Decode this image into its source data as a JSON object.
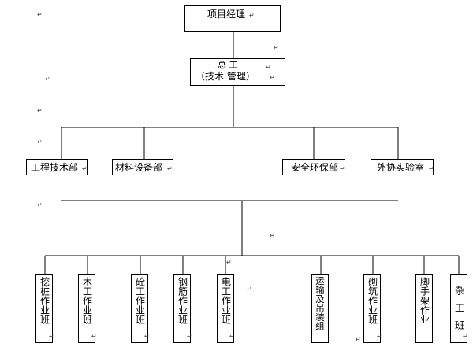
{
  "top": {
    "label": "项目经理"
  },
  "chief": {
    "line1": "总    工",
    "line2": "（技术    管理）"
  },
  "departments": [
    {
      "label": "工程技术部"
    },
    {
      "label": "材料设备部"
    },
    {
      "label": "安全环保部"
    },
    {
      "label": "外协实验室"
    }
  ],
  "teams": [
    {
      "label": "挖桩作业班"
    },
    {
      "label": "木工作业班"
    },
    {
      "label": "砼工作业班"
    },
    {
      "label": "钢筋作业班"
    },
    {
      "label": "电工作业班"
    },
    {
      "label": "运输及吊装组"
    },
    {
      "label": "砌筑作业班"
    },
    {
      "label": "脚手架作业"
    },
    {
      "label": "杂工班"
    }
  ],
  "para_mark": "↵"
}
